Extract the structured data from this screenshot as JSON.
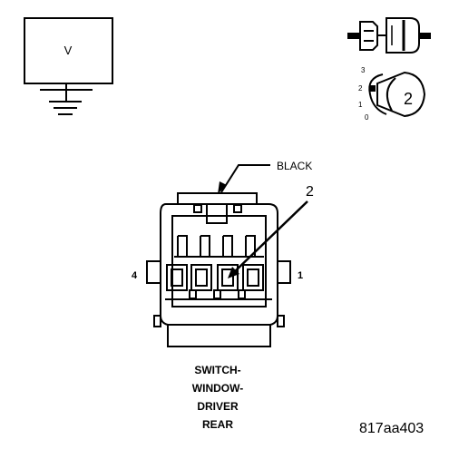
{
  "voltmeter": {
    "label": "V"
  },
  "probe_positions": [
    "3",
    "2",
    "1",
    "0"
  ],
  "probe_number": "2",
  "connector": {
    "color_label": "BLACK",
    "pin_callout": "2",
    "pin_left": "4",
    "pin_right": "1"
  },
  "caption_lines": [
    "SWITCH-",
    "WINDOW-",
    "DRIVER",
    "REAR"
  ],
  "figure_id": "817aa403"
}
